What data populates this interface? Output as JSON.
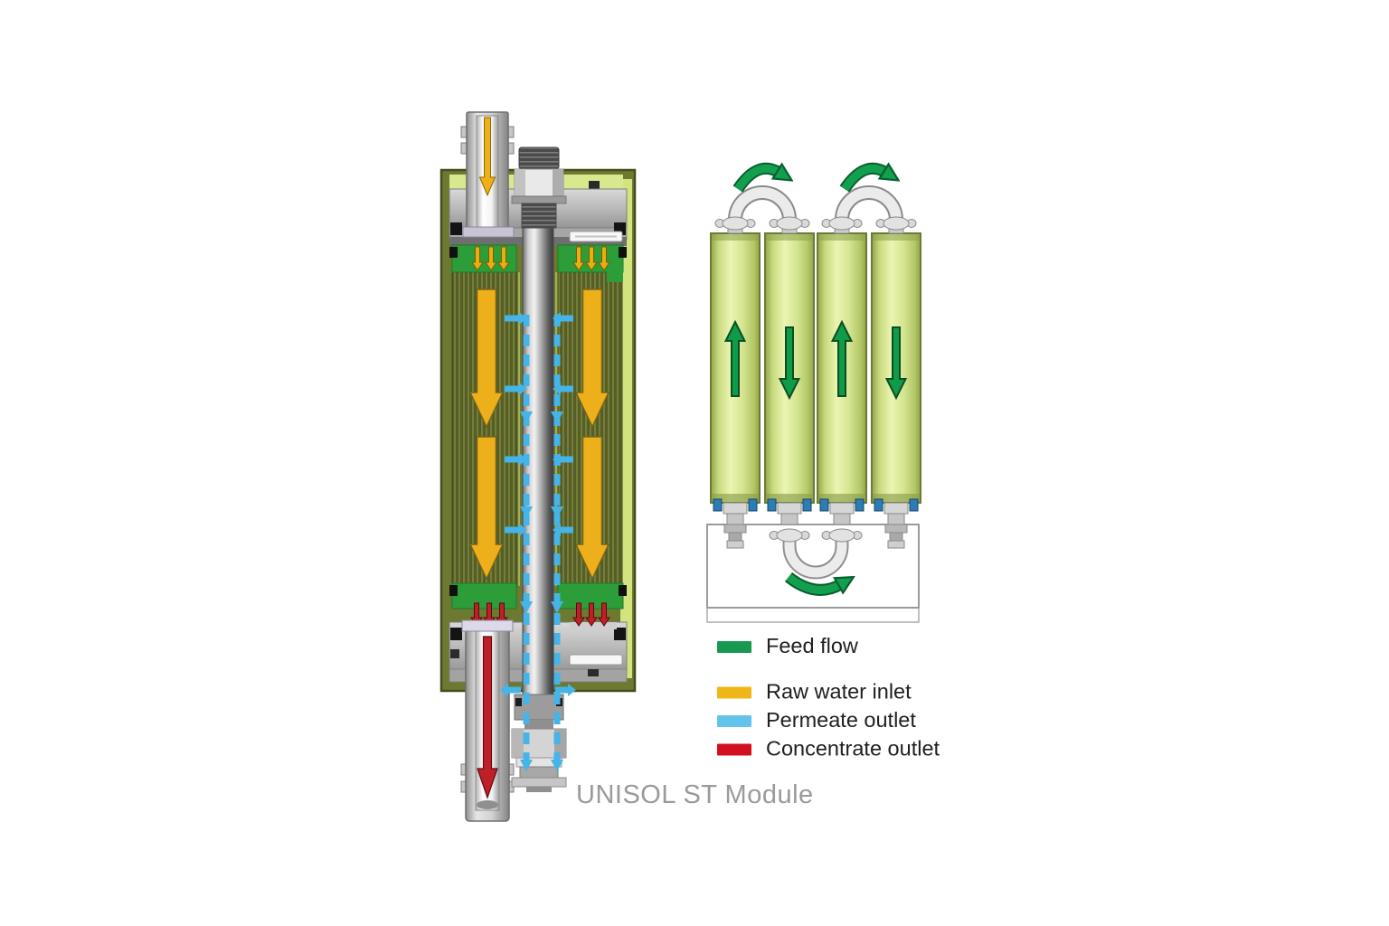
{
  "caption": "UNISOL ST Module",
  "legend": {
    "items": [
      {
        "name": "feed-flow",
        "label": "Feed flow",
        "color": "#17994f"
      },
      {
        "name": "raw-water-inlet",
        "label": "Raw water inlet",
        "color": "#efb617"
      },
      {
        "name": "permeate-outlet",
        "label": "Permeate outlet",
        "color": "#63c3ea"
      },
      {
        "name": "concentrate-outlet",
        "label": "Concentrate outlet",
        "color": "#d2101f"
      }
    ]
  },
  "flow_colors": {
    "feed": "#12a04e",
    "raw_water": "#edb01a",
    "permeate": "#45b4e8",
    "concentrate": "#bf2028"
  }
}
